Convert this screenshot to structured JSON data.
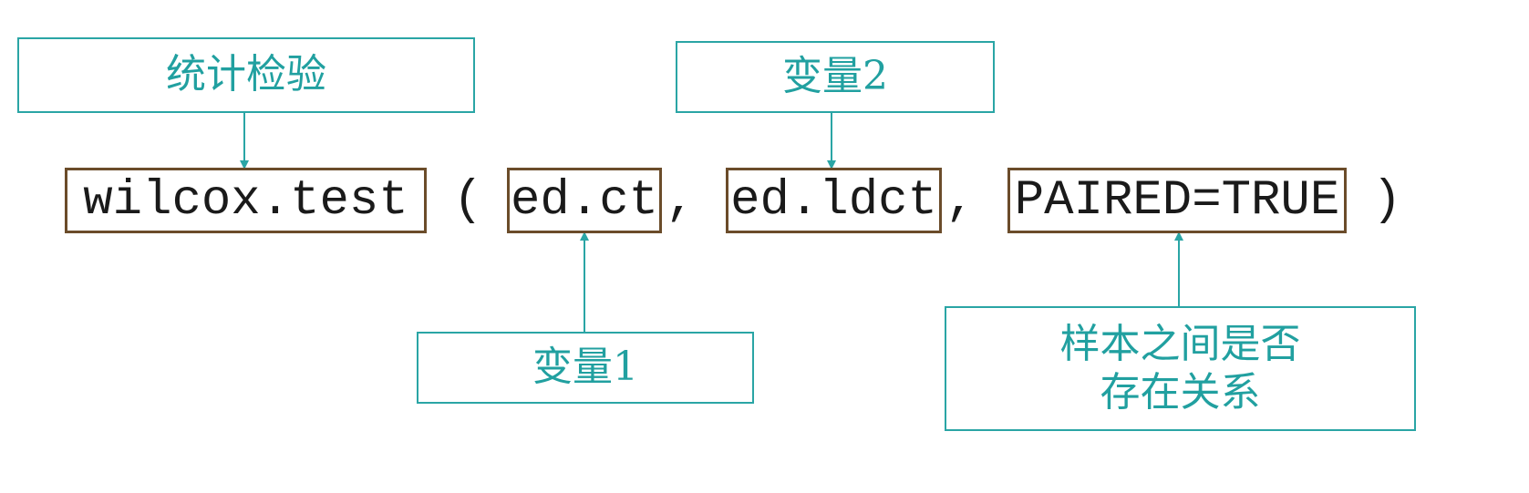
{
  "labels": {
    "statistical_test": "统计检验",
    "variable2": "变量2",
    "variable1": "变量1",
    "paired_line1": "样本之间是否",
    "paired_line2": "存在关系"
  },
  "code": {
    "function": "wilcox.test",
    "open_paren": "(",
    "arg1": "ed.ct",
    "comma1": ",",
    "arg2": "ed.ldct",
    "comma2": ",",
    "arg3": "PAIRED=TRUE",
    "close_paren": ")"
  },
  "colors": {
    "label": "#2aa5a5",
    "code_box": "#6b4c2a"
  }
}
